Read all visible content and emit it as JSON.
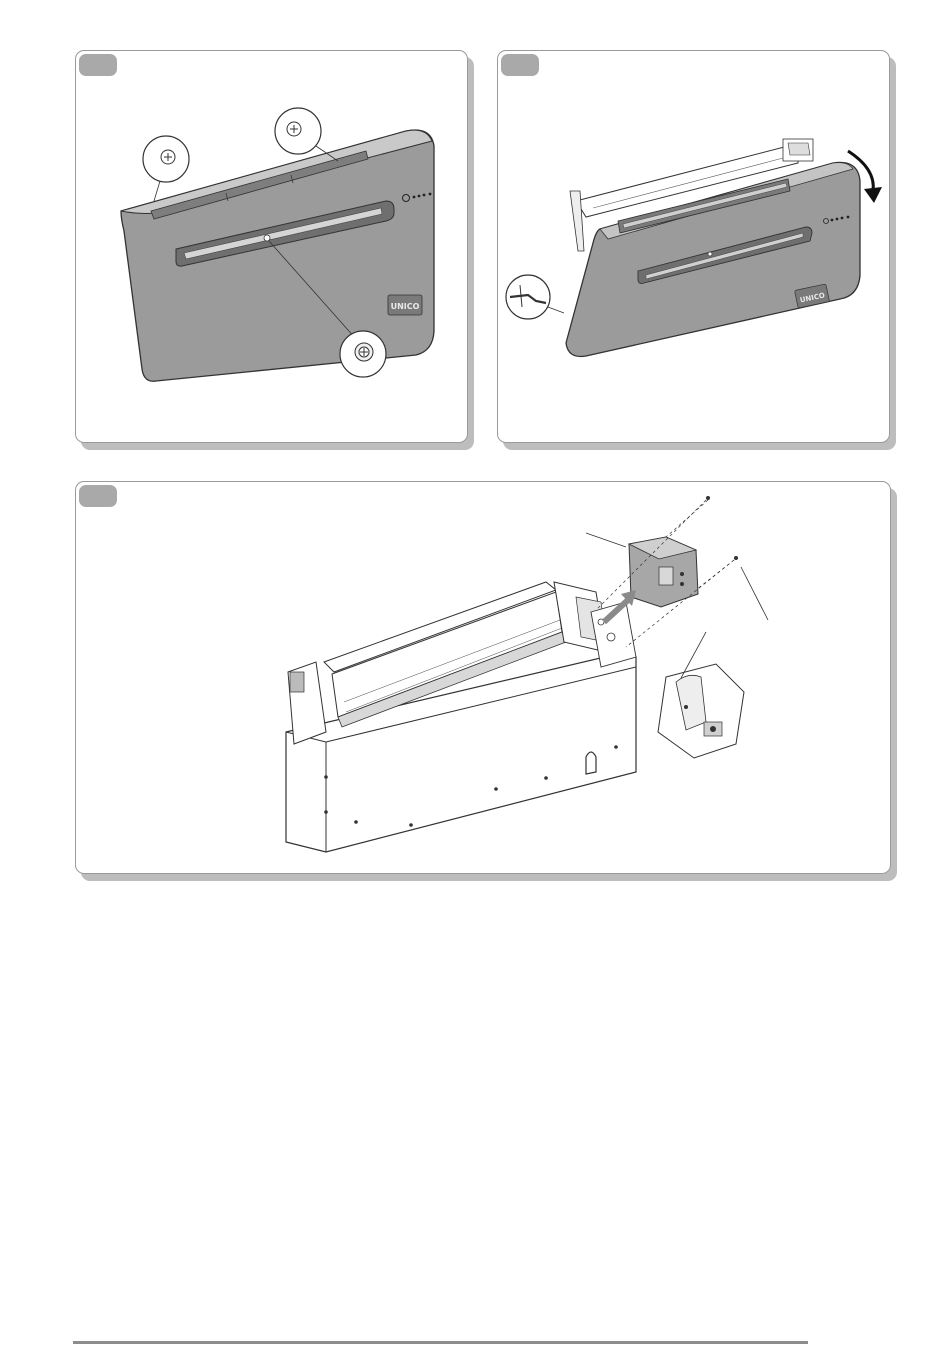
{
  "page": {
    "background": "#ffffff"
  },
  "figures": [
    {
      "id": "step-1",
      "description_icons": [
        "screw-detail-icon",
        "screw-detail-icon",
        "screw-detail-icon"
      ],
      "brand_label": "UNICO"
    },
    {
      "id": "step-2",
      "description_icons": [
        "rotation-arrow-icon",
        "hinge-detail-icon"
      ],
      "brand_label": "UNICO"
    },
    {
      "id": "step-3",
      "description_icons": [
        "electrical-box-icon",
        "screw-icon",
        "arrow-icon"
      ]
    }
  ],
  "colors": {
    "panel_border": "#9a9a9a",
    "panel_shadow": "#bdbdbd",
    "step_tab": "#a9a9a9",
    "unit_body": "#9b9b9b",
    "line_art": "#333333",
    "footer_rule": "#8c8c8c"
  }
}
